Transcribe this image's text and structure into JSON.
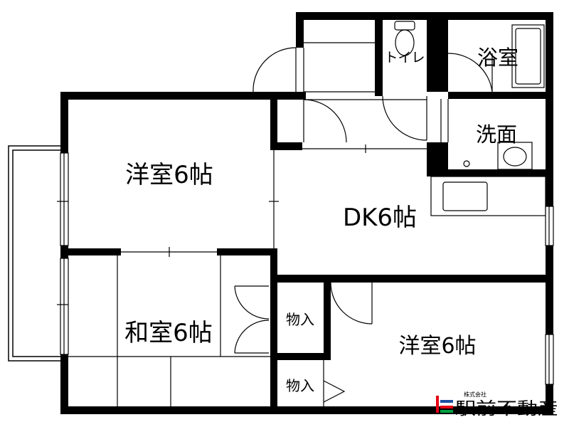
{
  "rooms": {
    "western_room_top": "洋室6帖",
    "japanese_room": "和室6帖",
    "dk": "DK6帖",
    "western_room_bottom": "洋室6帖",
    "closet_upper": "物入",
    "closet_lower": "物入",
    "toilet": "トイレ",
    "bathroom": "浴室",
    "washroom": "洗面"
  },
  "logo": {
    "company_small": "株式会社",
    "company_name": "駅前不動産",
    "colors": {
      "red": "#e60012",
      "blue": "#1d4fa0",
      "green": "#00a040"
    }
  },
  "colors": {
    "wall": "#000000",
    "thin_line": "#000000",
    "background": "#ffffff"
  }
}
